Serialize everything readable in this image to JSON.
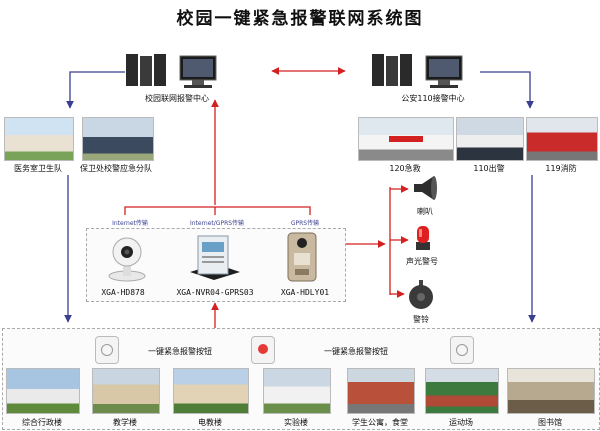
{
  "title": "校园一键紧急报警联网系统图",
  "centers": {
    "campus": "校园联网报警中心",
    "police": "公安110接警中心"
  },
  "left_units": {
    "clinic": "医务室卫生队",
    "guard": "保卫处校警应急分队"
  },
  "right_units": {
    "ambulance": "120急救",
    "police_out": "110出警",
    "fire": "119消防"
  },
  "transmission": {
    "internet": "Internet传输",
    "internet_gprs": "Internet/GPRS传输",
    "gprs": "GPRS传输"
  },
  "devices": {
    "camera": "XGA-HD878",
    "nvr": "XGA-NVR04-GPRS03",
    "intercom": "XGA-HDLY01"
  },
  "alarms": {
    "speaker": "喇叭",
    "strobe": "声光警号",
    "bell": "警铃"
  },
  "buttons": {
    "label_left": "一键紧急报警按钮",
    "label_right": "一键紧急报警按钮"
  },
  "buildings": [
    "综合行政楼",
    "教学楼",
    "电教楼",
    "实验楼",
    "学生公寓，食堂",
    "运动场",
    "图书馆"
  ],
  "colors": {
    "blue_line": "#3a3f8f",
    "red_line": "#d32020",
    "button_red": "#e53935"
  }
}
